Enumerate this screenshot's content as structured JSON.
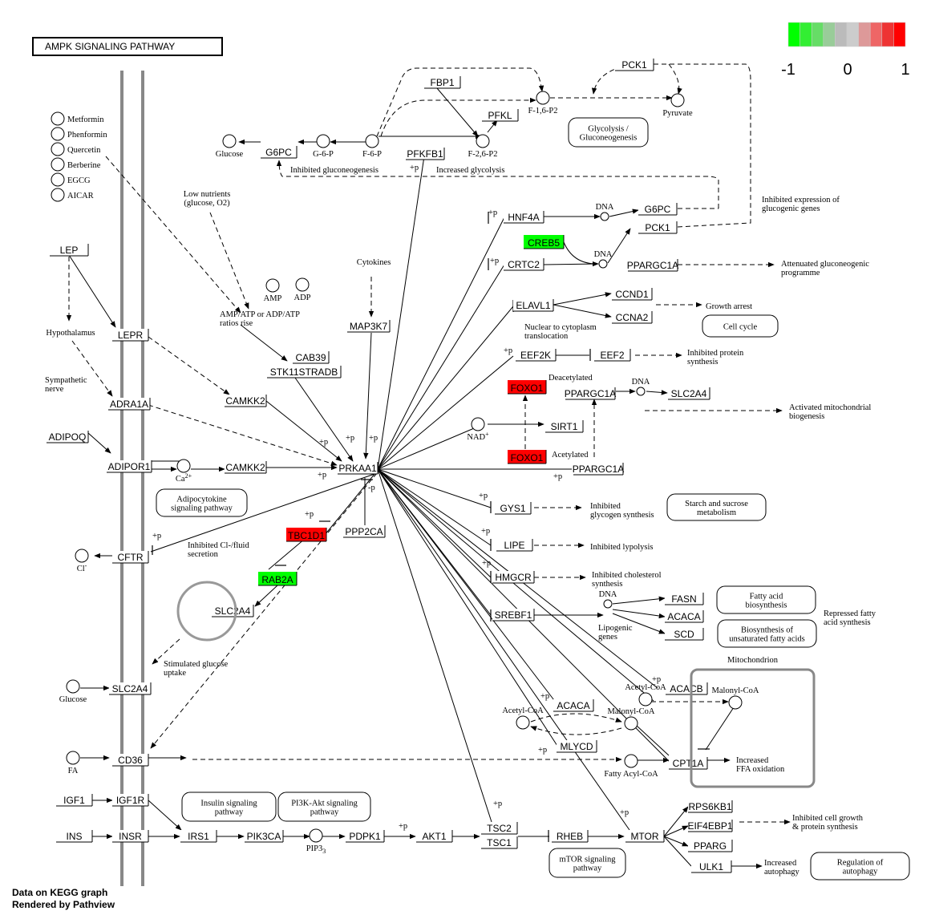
{
  "title": "AMPK SIGNALING PATHWAY",
  "legend": {
    "labels": [
      "-1",
      "0",
      "1"
    ],
    "colors": [
      "#00ff00",
      "#33ee33",
      "#66dd66",
      "#99cc99",
      "#bbbbbb",
      "#cccccc",
      "#dd9999",
      "#ee6666",
      "#ee3333",
      "#ff0000"
    ]
  },
  "footer": {
    "line1": "Data on KEGG graph",
    "line2": "Rendered by Pathview"
  },
  "status_colors": {
    "up": "#ff0000",
    "down": "#00ff00",
    "none": "#ffffff"
  },
  "genes": [
    {
      "id": "FBP1",
      "label": "FBP1",
      "status": "none"
    },
    {
      "id": "PCK1a",
      "label": "PCK1",
      "status": "none"
    },
    {
      "id": "PFKL",
      "label": "PFKL",
      "status": "none"
    },
    {
      "id": "G6PCa",
      "label": "G6PC",
      "status": "none"
    },
    {
      "id": "PFKFB1",
      "label": "PFKFB1",
      "status": "none"
    },
    {
      "id": "HNF4A",
      "label": "HNF4A",
      "status": "none"
    },
    {
      "id": "G6PCb",
      "label": "G6PC",
      "status": "none"
    },
    {
      "id": "PCK1b",
      "label": "PCK1",
      "status": "none"
    },
    {
      "id": "CREB5",
      "label": "CREB5",
      "status": "down"
    },
    {
      "id": "CRTC2",
      "label": "CRTC2",
      "status": "none"
    },
    {
      "id": "PPARGC1Aa",
      "label": "PPARGC1A",
      "status": "none"
    },
    {
      "id": "LEP",
      "label": "LEP",
      "status": "none"
    },
    {
      "id": "LEPR",
      "label": "LEPR",
      "status": "none"
    },
    {
      "id": "ELAVL1",
      "label": "ELAVL1",
      "status": "none"
    },
    {
      "id": "CCND1",
      "label": "CCND1",
      "status": "none"
    },
    {
      "id": "CCNA2",
      "label": "CCNA2",
      "status": "none"
    },
    {
      "id": "MAP3K7",
      "label": "MAP3K7",
      "status": "none"
    },
    {
      "id": "CAB39",
      "label": "CAB39",
      "status": "none"
    },
    {
      "id": "STK11STRADB",
      "label": "STK11STRADB",
      "status": "none"
    },
    {
      "id": "EEF2K",
      "label": "EEF2K",
      "status": "none"
    },
    {
      "id": "EEF2",
      "label": "EEF2",
      "status": "none"
    },
    {
      "id": "FOXO1a",
      "label": "FOXO1",
      "status": "up"
    },
    {
      "id": "PPARGC1Ab",
      "label": "PPARGC1A",
      "status": "none"
    },
    {
      "id": "SLC2A4a",
      "label": "SLC2A4",
      "status": "none"
    },
    {
      "id": "ADRA1A",
      "label": "ADRA1A",
      "status": "none"
    },
    {
      "id": "CAMKK2a",
      "label": "CAMKK2",
      "status": "none"
    },
    {
      "id": "SIRT1",
      "label": "SIRT1",
      "status": "none"
    },
    {
      "id": "ADIPOQ",
      "label": "ADIPOQ",
      "status": "none"
    },
    {
      "id": "FOXO1b",
      "label": "FOXO1",
      "status": "up"
    },
    {
      "id": "ADIPOR1",
      "label": "ADIPOR1",
      "status": "none"
    },
    {
      "id": "CAMKK2b",
      "label": "CAMKK2",
      "status": "none"
    },
    {
      "id": "PRKAA1",
      "label": "PRKAA1",
      "status": "none"
    },
    {
      "id": "PPARGC1Ac",
      "label": "PPARGC1A",
      "status": "none"
    },
    {
      "id": "GYS1",
      "label": "GYS1",
      "status": "none"
    },
    {
      "id": "TBC1D1",
      "label": "TBC1D1",
      "status": "up"
    },
    {
      "id": "PPP2CA",
      "label": "PPP2CA",
      "status": "none"
    },
    {
      "id": "CFTR",
      "label": "CFTR",
      "status": "none"
    },
    {
      "id": "LIPE",
      "label": "LIPE",
      "status": "none"
    },
    {
      "id": "HMGCR",
      "label": "HMGCR",
      "status": "none"
    },
    {
      "id": "RAB2A",
      "label": "RAB2A",
      "status": "down"
    },
    {
      "id": "FASN",
      "label": "FASN",
      "status": "none"
    },
    {
      "id": "SLC2A4b",
      "label": "SLC2A4",
      "status": "none"
    },
    {
      "id": "SREBF1",
      "label": "SREBF1",
      "status": "none"
    },
    {
      "id": "ACACAa",
      "label": "ACACA",
      "status": "none"
    },
    {
      "id": "SCD",
      "label": "SCD",
      "status": "none"
    },
    {
      "id": "SLC2A4c",
      "label": "SLC2A4",
      "status": "none"
    },
    {
      "id": "ACACB",
      "label": "ACACB",
      "status": "none"
    },
    {
      "id": "ACACAb",
      "label": "ACACA",
      "status": "none"
    },
    {
      "id": "MLYCD",
      "label": "MLYCD",
      "status": "none"
    },
    {
      "id": "CD36",
      "label": "CD36",
      "status": "none"
    },
    {
      "id": "CPT1A",
      "label": "CPT1A",
      "status": "none"
    },
    {
      "id": "IGF1",
      "label": "IGF1",
      "status": "none"
    },
    {
      "id": "IGF1R",
      "label": "IGF1R",
      "status": "none"
    },
    {
      "id": "RPS6KB1",
      "label": "RPS6KB1",
      "status": "none"
    },
    {
      "id": "EIF4EBP1",
      "label": "EIF4EBP1",
      "status": "none"
    },
    {
      "id": "INS",
      "label": "INS",
      "status": "none"
    },
    {
      "id": "INSR",
      "label": "INSR",
      "status": "none"
    },
    {
      "id": "IRS1",
      "label": "IRS1",
      "status": "none"
    },
    {
      "id": "PIK3CA",
      "label": "PIK3CA",
      "status": "none"
    },
    {
      "id": "PDPK1",
      "label": "PDPK1",
      "status": "none"
    },
    {
      "id": "AKT1",
      "label": "AKT1",
      "status": "none"
    },
    {
      "id": "TSC2",
      "label": "TSC2",
      "status": "none"
    },
    {
      "id": "TSC1",
      "label": "TSC1",
      "status": "none"
    },
    {
      "id": "RHEB",
      "label": "RHEB",
      "status": "none"
    },
    {
      "id": "MTOR",
      "label": "MTOR",
      "status": "none"
    },
    {
      "id": "PPARG",
      "label": "PPARG",
      "status": "none"
    },
    {
      "id": "ULK1",
      "label": "ULK1",
      "status": "none"
    }
  ],
  "compounds": [
    {
      "id": "c_metformin",
      "label": "Metformin"
    },
    {
      "id": "c_phenformin",
      "label": "Phenformin"
    },
    {
      "id": "c_quercetin",
      "label": "Quercetin"
    },
    {
      "id": "c_berberine",
      "label": "Berberine"
    },
    {
      "id": "c_egcg",
      "label": "EGCG"
    },
    {
      "id": "c_aicar",
      "label": "AICAR"
    },
    {
      "id": "c_glucose1",
      "label": "Glucose"
    },
    {
      "id": "c_g6p",
      "label": "G-6-P"
    },
    {
      "id": "c_f6p",
      "label": "F-6-P"
    },
    {
      "id": "c_f16p2",
      "label": "F-1,6-P2"
    },
    {
      "id": "c_f26p2",
      "label": "F-2,6-P2"
    },
    {
      "id": "c_pyruvate",
      "label": "Pyruvate"
    },
    {
      "id": "c_amp",
      "label": "AMP"
    },
    {
      "id": "c_adp",
      "label": "ADP"
    },
    {
      "id": "c_dna1",
      "label": "DNA"
    },
    {
      "id": "c_dna2",
      "label": "DNA"
    },
    {
      "id": "c_dna3",
      "label": "DNA"
    },
    {
      "id": "c_dna4",
      "label": "DNA"
    },
    {
      "id": "c_nad",
      "label": "NAD"
    },
    {
      "id": "c_ca",
      "label": "Ca"
    },
    {
      "id": "c_cl",
      "label": "Cl"
    },
    {
      "id": "c_glucose2",
      "label": "Glucose"
    },
    {
      "id": "c_fa",
      "label": "FA"
    },
    {
      "id": "c_acetylcoa1",
      "label": "Acetyl-CoA"
    },
    {
      "id": "c_acetylcoa2",
      "label": "Acetyl-CoA"
    },
    {
      "id": "c_malonylcoa1",
      "label": "Malonyl-CoA"
    },
    {
      "id": "c_malonylcoa2",
      "label": "Malonyl-CoA"
    },
    {
      "id": "c_fattyacylcoa",
      "label": "Fatty Acyl-CoA"
    },
    {
      "id": "c_pip3",
      "label": "PIP3"
    }
  ],
  "maps": [
    {
      "id": "m_glycolysis",
      "label": [
        "Glycolysis /",
        "Gluconeogenesis"
      ]
    },
    {
      "id": "m_cellcycle",
      "label": [
        "Cell cycle"
      ]
    },
    {
      "id": "m_adipocytokine",
      "label": [
        "Adipocytokine",
        "signaling pathway"
      ]
    },
    {
      "id": "m_starch",
      "label": [
        "Starch and sucrose",
        "metabolism"
      ]
    },
    {
      "id": "m_fab",
      "label": [
        "Fatty acid",
        "biosynthesis"
      ]
    },
    {
      "id": "m_bufa",
      "label": [
        "Biosynthesis of",
        "unsaturated fatty acids"
      ]
    },
    {
      "id": "m_insulin",
      "label": [
        "Insulin signaling",
        "pathway"
      ]
    },
    {
      "id": "m_pi3k",
      "label": [
        "PI3K-Akt signaling",
        "pathway"
      ]
    },
    {
      "id": "m_mtor",
      "label": [
        "mTOR signaling",
        "pathway"
      ]
    },
    {
      "id": "m_autophagy",
      "label": [
        "Regulation of",
        "autophagy"
      ]
    }
  ],
  "annotations": [
    {
      "id": "a_inhibgluco",
      "lines": [
        "Inhibited gluconeogenesis"
      ]
    },
    {
      "id": "a_incgly",
      "lines": [
        "Increased glycolysis"
      ]
    },
    {
      "id": "a_lownutr",
      "lines": [
        "Low nutrients",
        "(glucose, O2)"
      ]
    },
    {
      "id": "a_inhibexpr",
      "lines": [
        "Inhibited expression of",
        "glucogenic genes"
      ]
    },
    {
      "id": "a_cytokines",
      "lines": [
        "Cytokines"
      ]
    },
    {
      "id": "a_ratios",
      "lines": [
        "AMP/ATP or ADP/ATP",
        "ratios rise"
      ]
    },
    {
      "id": "a_attgluco",
      "lines": [
        "Attenuated gluconeogenic",
        "programme"
      ]
    },
    {
      "id": "a_hypoth",
      "lines": [
        "Hypothalamus"
      ]
    },
    {
      "id": "a_growth",
      "lines": [
        "Growth arrest"
      ]
    },
    {
      "id": "a_nuclear",
      "lines": [
        "Nuclear to cytoplasm",
        "translocation"
      ]
    },
    {
      "id": "a_symp",
      "lines": [
        "Sympathetic",
        "nerve"
      ]
    },
    {
      "id": "a_inhibprot",
      "lines": [
        "Inhibited protein",
        "synthesis"
      ]
    },
    {
      "id": "a_deacet",
      "lines": [
        "Deacetylated"
      ]
    },
    {
      "id": "a_actmito",
      "lines": [
        "Activated mitochondrial",
        "biogenesis"
      ]
    },
    {
      "id": "a_acet",
      "lines": [
        "Acetylated"
      ]
    },
    {
      "id": "a_inhibgly",
      "lines": [
        "Inhibited",
        "glycogen synthesis"
      ]
    },
    {
      "id": "a_inhibcl",
      "lines": [
        "Inhibited Cl-/fluid",
        "secretion"
      ]
    },
    {
      "id": "a_inhiblip",
      "lines": [
        "Inhibited lypolysis"
      ]
    },
    {
      "id": "a_inhibchol",
      "lines": [
        "Inhibited cholesterol",
        "synthesis"
      ]
    },
    {
      "id": "a_lipogenic",
      "lines": [
        "Lipogenic",
        "genes"
      ]
    },
    {
      "id": "a_repfa",
      "lines": [
        "Repressed fatty",
        "acid synthesis"
      ]
    },
    {
      "id": "a_stimgluc",
      "lines": [
        "Stimulated glucose",
        "uptake"
      ]
    },
    {
      "id": "a_mito",
      "lines": [
        "Mitochondrion"
      ]
    },
    {
      "id": "a_incffa",
      "lines": [
        "Increased",
        "FFA oxidation"
      ]
    },
    {
      "id": "a_inhibcell",
      "lines": [
        "Inhibited cell growth",
        "& protein synthesis"
      ]
    },
    {
      "id": "a_incauto",
      "lines": [
        "Increased",
        "autophagy"
      ]
    }
  ],
  "marks": {
    "p_plus": "+p",
    "p_minus": "-p",
    "nad_sup": "+",
    "ca_sup": "2+",
    "cl_sup": "-",
    "pip_sub": "3"
  }
}
